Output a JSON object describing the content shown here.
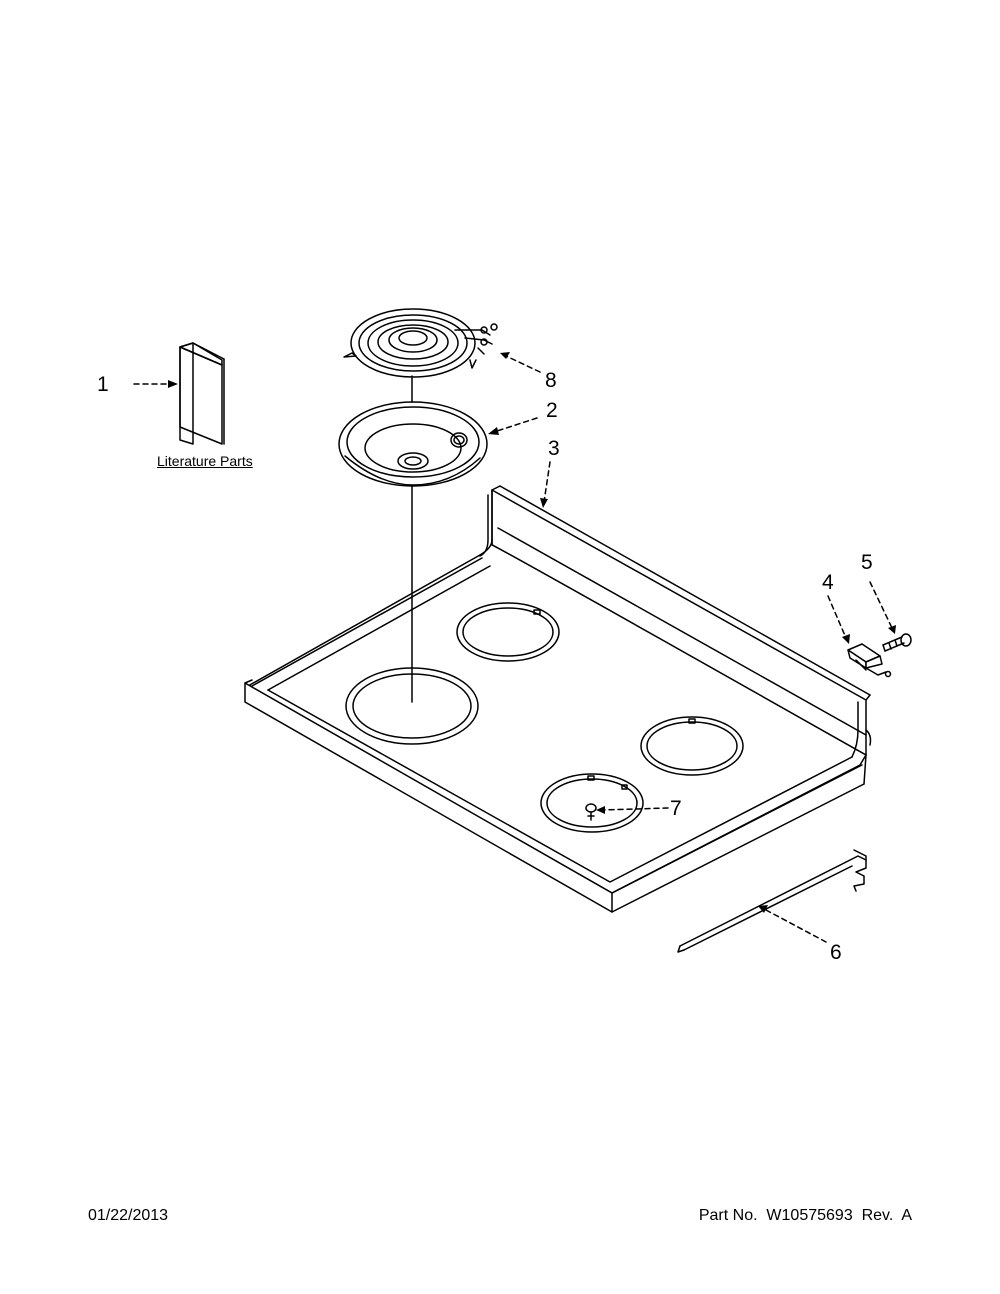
{
  "callouts": {
    "c1": "1",
    "c2": "2",
    "c3": "3",
    "c4": "4",
    "c5": "5",
    "c6": "6",
    "c7": "7",
    "c8": "8"
  },
  "literature_label": "Literature Parts",
  "footer": {
    "date": "01/22/2013",
    "part_no": "Part No.  W10575693  Rev.  A"
  }
}
